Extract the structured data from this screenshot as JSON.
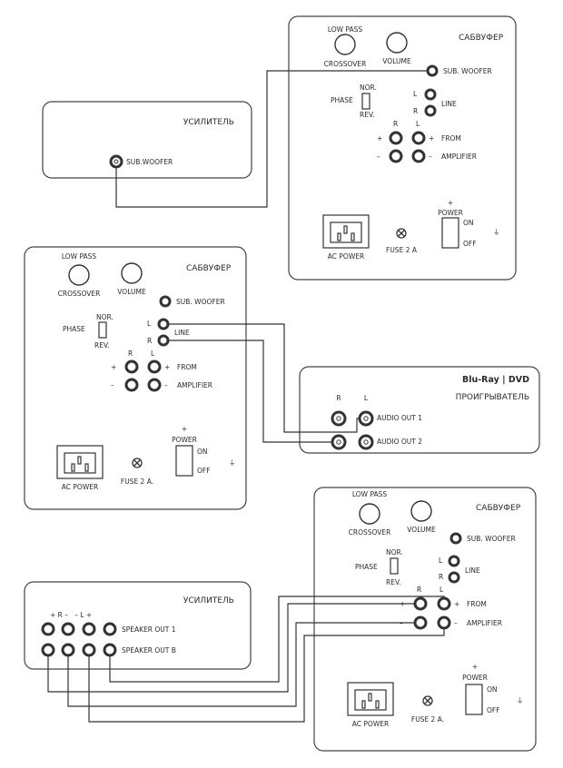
{
  "amp1": {
    "title": "УСИЛИТЕЛЬ",
    "jack_label": "SUB.WOOFER"
  },
  "sub1": {
    "title": "САБВУФЕР",
    "low_pass": "LOW PASS",
    "crossover": "CROSSOVER",
    "volume": "VOLUME",
    "sub_woofer": "SUB. WOOFER",
    "phase": "PHASE",
    "nor": "NOR.",
    "rev": "REV.",
    "l": "L",
    "r": "R",
    "line": "LINE",
    "plus": "+",
    "minus": "–",
    "from": "FROM",
    "amplifier": "AMPLIFIER",
    "ac_power": "AC POWER",
    "fuse": "FUSE 2 A",
    "power": "POWER",
    "on": "ON",
    "off": "OFF",
    "power_plus": "+"
  },
  "sub2": {
    "title": "САБВУФЕР",
    "low_pass": "LOW PASS",
    "crossover": "CROSSOVER",
    "volume": "VOLUME",
    "sub_woofer": "SUB. WOOFER",
    "phase": "PHASE",
    "nor": "NOR.",
    "rev": "REV.",
    "l": "L",
    "r": "R",
    "line": "LINE",
    "plus": "+",
    "minus": "–",
    "from": "FROM",
    "amplifier": "AMPLIFIER",
    "ac_power": "AC POWER",
    "fuse": "FUSE 2 A.",
    "power": "POWER",
    "on": "ON",
    "off": "OFF",
    "power_plus": "+"
  },
  "player": {
    "brand": "Blu-Ray | DVD",
    "title": "ПРОИГРЫВАТЕЛЬ",
    "r": "R",
    "l": "L",
    "out1": "AUDIO OUT 1",
    "out2": "AUDIO OUT 2"
  },
  "sub3": {
    "title": "САБВУФЕР",
    "low_pass": "LOW PASS",
    "crossover": "CROSSOVER",
    "volume": "VOLUME",
    "sub_woofer": "SUB. WOOFER",
    "phase": "PHASE",
    "nor": "NOR.",
    "rev": "REV.",
    "l": "L",
    "r": "R",
    "line": "LINE",
    "plus": "+",
    "minus": "–",
    "from": "FROM",
    "amplifier": "AMPLIFIER",
    "ac_power": "AC POWER",
    "fuse": "FUSE 2 A.",
    "power": "POWER",
    "on": "ON",
    "off": "OFF",
    "power_plus": "+"
  },
  "amp2": {
    "title": "УСИЛИТЕЛЬ",
    "polarity": "+ R –   – L +",
    "out1": "SPEAKER OUT 1",
    "out2": "SPEAKER OUT B"
  }
}
